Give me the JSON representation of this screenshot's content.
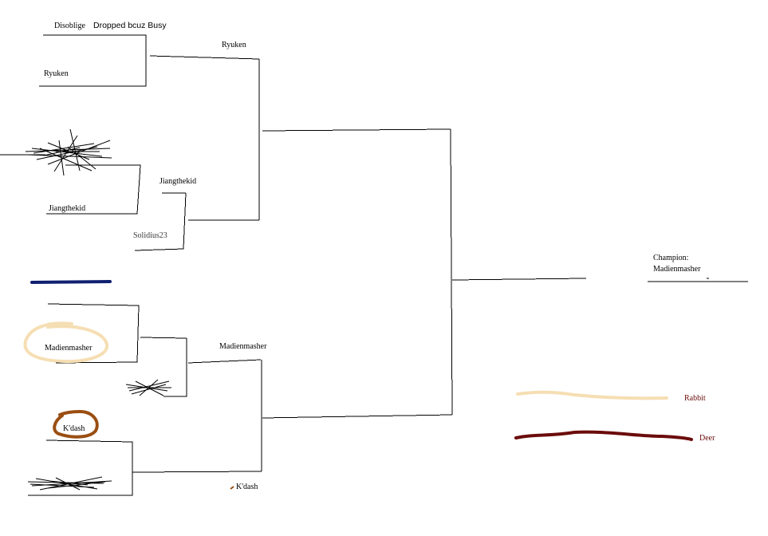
{
  "bracket": {
    "round1": {
      "disoblige": "Disoblige",
      "disoblige_note": "Dropped bcuz Busy",
      "ryuken": "Ryuken",
      "jiangthekid": "Jiangthekid",
      "solidius": "Solidius23",
      "madienmasher": "Madienmasher",
      "kdash": "K'dash"
    },
    "round2": {
      "jiangthekid": "Jiangthekid",
      "kdash": "K'dash"
    },
    "round3": {
      "ryuken": "Ryuken",
      "madienmasher": "Madienmasher"
    },
    "champion": {
      "label": "Champion:",
      "name": "Madienmasher"
    }
  },
  "legend": [
    {
      "label": "Rabbit",
      "color": "#f5deb3"
    },
    {
      "label": "Deer",
      "color": "#6b0b0b"
    }
  ],
  "colors": {
    "rabbit": "#f5deb3",
    "deer": "#6b0b0b",
    "fox": "#9a4e12",
    "navy": "#102070",
    "line": "#000000"
  }
}
